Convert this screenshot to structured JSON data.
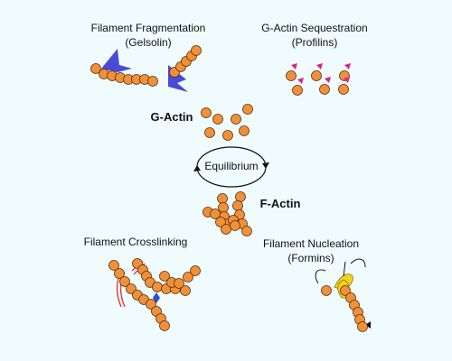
{
  "labels": {
    "fragmentation_title": "Filament Fragmentation",
    "fragmentation_sub": "(Gelsolin)",
    "sequestration_title": "G-Actin Sequestration",
    "sequestration_sub": "(Profilins)",
    "g_actin": "G-Actin",
    "equilibrium": "Equilibrium",
    "f_actin": "F-Actin",
    "crosslinking": "Filament Crosslinking",
    "nucleation_title": "Filament Nucleation",
    "nucleation_sub": "(Formins)"
  },
  "colors": {
    "background": "#f0fbfd",
    "actin": "#f0913a",
    "gelsolin": "#4a4ad8",
    "profilin": "#e0208c",
    "crosslinker": "#e03a3a",
    "crosslink_clip": "#2a4fd8",
    "formin": "#f2d21e"
  }
}
